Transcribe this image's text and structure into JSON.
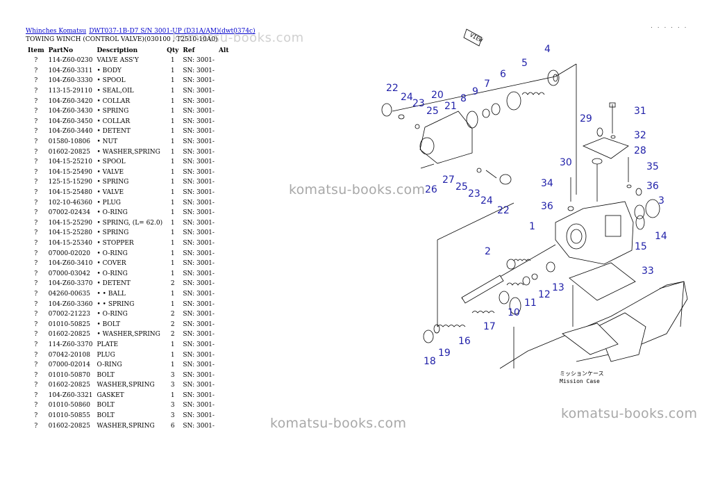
{
  "breadcrumb": {
    "link1": "Whinches Komatsu",
    "link2": "DWT037-1B-D7 S/N 3001-UP (D31A/AM)(dwt0374c)"
  },
  "subtitle": "TOWING WINCH (CONTROL VALVE)(030100 , T2510-10A0)",
  "watermarks": {
    "header": "komatsu-books.com",
    "w1": "komatsu-books.com",
    "w2": "komatsu-books.com",
    "w3": "komatsu-books.com"
  },
  "top_right_dots": ". . . . . .",
  "table": {
    "headers": [
      "Item",
      "PartNo",
      "Description",
      "Qty",
      "Ref",
      "Alt"
    ],
    "rows": [
      [
        "?",
        "114-Z60-0230",
        "VALVE ASS'Y",
        "1",
        "SN: 3001-",
        ""
      ],
      [
        "?",
        "104-Z60-3311",
        "• BODY",
        "1",
        "SN: 3001-",
        ""
      ],
      [
        "?",
        "104-Z60-3330",
        "• SPOOL",
        "1",
        "SN: 3001-",
        ""
      ],
      [
        "?",
        "113-15-29110",
        "• SEAL,OIL",
        "1",
        "SN: 3001-",
        ""
      ],
      [
        "?",
        "104-Z60-3420",
        "• COLLAR",
        "1",
        "SN: 3001-",
        ""
      ],
      [
        "?",
        "104-Z60-3430",
        "• SPRING",
        "1",
        "SN: 3001-",
        ""
      ],
      [
        "?",
        "104-Z60-3450",
        "• COLLAR",
        "1",
        "SN: 3001-",
        ""
      ],
      [
        "?",
        "104-Z60-3440",
        "• DETENT",
        "1",
        "SN: 3001-",
        ""
      ],
      [
        "?",
        "01580-10806",
        "• NUT",
        "1",
        "SN: 3001-",
        ""
      ],
      [
        "?",
        "01602-20825",
        "• WASHER,SPRING",
        "1",
        "SN: 3001-",
        ""
      ],
      [
        "?",
        "104-15-25210",
        "• SPOOL",
        "1",
        "SN: 3001-",
        ""
      ],
      [
        "?",
        "104-15-25490",
        "• VALVE",
        "1",
        "SN: 3001-",
        ""
      ],
      [
        "?",
        "125-15-15290",
        "• SPRING",
        "1",
        "SN: 3001-",
        ""
      ],
      [
        "?",
        "104-15-25480",
        "• VALVE",
        "1",
        "SN: 3001-",
        ""
      ],
      [
        "?",
        "102-10-46360",
        "• PLUG",
        "1",
        "SN: 3001-",
        ""
      ],
      [
        "?",
        "07002-02434",
        "• O-RING",
        "1",
        "SN: 3001-",
        ""
      ],
      [
        "?",
        "104-15-25290",
        "• SPRING, (L= 62.0)",
        "1",
        "SN: 3001-",
        ""
      ],
      [
        "?",
        "104-15-25280",
        "• SPRING",
        "1",
        "SN: 3001-",
        ""
      ],
      [
        "?",
        "104-15-25340",
        "• STOPPER",
        "1",
        "SN: 3001-",
        ""
      ],
      [
        "?",
        "07000-02020",
        "• O-RING",
        "1",
        "SN: 3001-",
        ""
      ],
      [
        "?",
        "104-Z60-3410",
        "• COVER",
        "1",
        "SN: 3001-",
        ""
      ],
      [
        "?",
        "07000-03042",
        "• O-RING",
        "1",
        "SN: 3001-",
        ""
      ],
      [
        "?",
        "104-Z60-3370",
        "• DETENT",
        "2",
        "SN: 3001-",
        ""
      ],
      [
        "?",
        "04260-00635",
        "• • BALL",
        "1",
        "SN: 3001-",
        ""
      ],
      [
        "?",
        "104-Z60-3360",
        "• • SPRING",
        "1",
        "SN: 3001-",
        ""
      ],
      [
        "?",
        "07002-21223",
        "• O-RING",
        "2",
        "SN: 3001-",
        ""
      ],
      [
        "?",
        "01010-50825",
        "• BOLT",
        "2",
        "SN: 3001-",
        ""
      ],
      [
        "?",
        "01602-20825",
        "• WASHER,SPRING",
        "2",
        "SN: 3001-",
        ""
      ],
      [
        "?",
        "114-Z60-3370",
        "PLATE",
        "1",
        "SN: 3001-",
        ""
      ],
      [
        "?",
        "07042-20108",
        "PLUG",
        "1",
        "SN: 3001-",
        ""
      ],
      [
        "?",
        "07000-02014",
        "O-RING",
        "1",
        "SN: 3001-",
        ""
      ],
      [
        "?",
        "01010-50870",
        "BOLT",
        "3",
        "SN: 3001-",
        ""
      ],
      [
        "?",
        "01602-20825",
        "WASHER,SPRING",
        "3",
        "SN: 3001-",
        ""
      ],
      [
        "?",
        "104-Z60-3321",
        "GASKET",
        "1",
        "SN: 3001-",
        ""
      ],
      [
        "?",
        "01010-50860",
        "BOLT",
        "3",
        "SN: 3001-",
        ""
      ],
      [
        "?",
        "01010-50855",
        "BOLT",
        "3",
        "SN: 3001-",
        ""
      ],
      [
        "?",
        "01602-20825",
        "WASHER,SPRING",
        "6",
        "SN: 3001-",
        ""
      ]
    ]
  },
  "diagram": {
    "colors": {
      "callout": "#1f1fa8",
      "line": "#000000"
    },
    "callouts": [
      "4",
      "5",
      "6",
      "7",
      "8",
      "9",
      "20",
      "21",
      "22",
      "24",
      "23",
      "25",
      "29",
      "31",
      "32",
      "28",
      "30",
      "35",
      "34",
      "36",
      "36",
      "3",
      "1",
      "14",
      "15",
      "27",
      "26",
      "25",
      "23",
      "24",
      "22",
      "2",
      "33",
      "13",
      "12",
      "11",
      "10",
      "17",
      "16",
      "19",
      "18"
    ],
    "mission_case_label": "ミッションケース",
    "mission_case_label_en": "Mission Case",
    "view_label": "VIEW"
  }
}
